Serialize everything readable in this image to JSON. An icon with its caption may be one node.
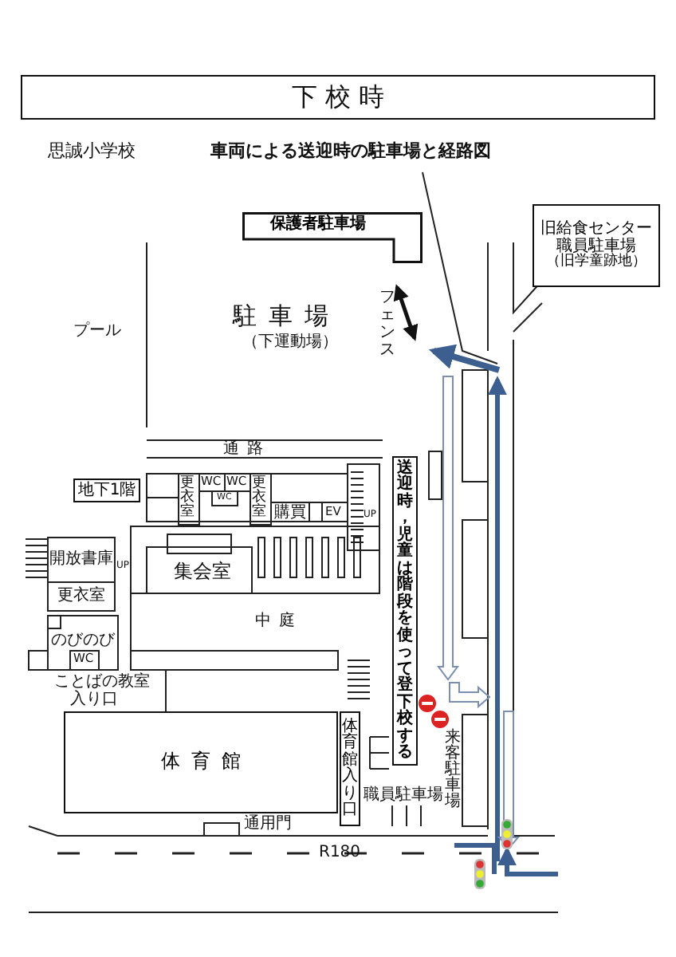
{
  "diagram": {
    "title": "下 校 時",
    "nodes": [
      {
        "text": [
          "保護者駐車場"
        ]
      },
      {
        "text": [
          "旧給食センター職員駐車場",
          "（旧学童跡地）"
        ]
      },
      {
        "text": [
          "地下1階"
        ]
      },
      {
        "text": [
          "送迎時，児童は階段を使って登下校する"
        ]
      },
      {
        "text": [
          "体育館"
        ]
      },
      {
        "text": [
          "体育館入り口"
        ]
      }
    ],
    "edges": [],
    "labels": [
      "思誠小学校",
      "車両による送迎時の駐車場と経路図",
      "プール",
      "駐車場",
      "（下運動場）",
      "フェンス",
      "通路",
      "更衣室",
      "WC",
      "WC",
      "WC",
      "更衣室",
      "購買",
      "EV",
      "UP",
      "開放書庫",
      "UP",
      "更衣室",
      "集会室",
      "中庭",
      "のびのび",
      "WC",
      "ことばの教室",
      "入り口",
      "来客駐車場",
      "職員駐車場",
      "通用門",
      "R180"
    ]
  }
}
